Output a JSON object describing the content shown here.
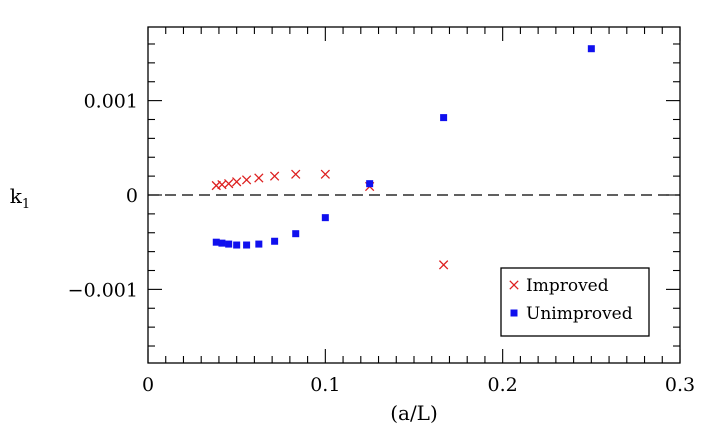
{
  "chart_data": {
    "type": "scatter",
    "title": "",
    "xlabel": "(a/L)",
    "ylabel": "k",
    "ylabel_subscript": "1",
    "xlim": [
      0,
      0.3
    ],
    "ylim": [
      -0.00178,
      0.00178
    ],
    "x_ticks": [
      0,
      0.1,
      0.2,
      0.3
    ],
    "x_tick_labels": [
      "0",
      "0.1",
      "0.2",
      "0.3"
    ],
    "y_ticks": [
      -0.001,
      0,
      0.001
    ],
    "y_tick_labels": [
      "−0.001",
      "0",
      "0.001"
    ],
    "reference_line": {
      "y": 0,
      "style": "dashed"
    },
    "grid": false,
    "legend_position": "bottom-right",
    "series": [
      {
        "name": "Improved",
        "marker": "x",
        "color": "#dd2020",
        "x": [
          0.0385,
          0.0417,
          0.0455,
          0.05,
          0.0556,
          0.0625,
          0.0714,
          0.0833,
          0.1,
          0.125,
          0.1667
        ],
        "y": [
          0.0001,
          0.00011,
          0.00012,
          0.00014,
          0.00016,
          0.00018,
          0.0002,
          0.00022,
          0.00022,
          9e-05,
          -0.00074
        ]
      },
      {
        "name": "Unimproved",
        "marker": "square",
        "color": "#1010ee",
        "x": [
          0.0385,
          0.0417,
          0.0455,
          0.05,
          0.0556,
          0.0625,
          0.0714,
          0.0833,
          0.1,
          0.125,
          0.1667,
          0.25
        ],
        "y": [
          -0.0005,
          -0.00051,
          -0.00052,
          -0.00053,
          -0.00053,
          -0.00052,
          -0.00049,
          -0.00041,
          -0.00024,
          0.00012,
          0.00082,
          0.00155
        ]
      }
    ]
  }
}
